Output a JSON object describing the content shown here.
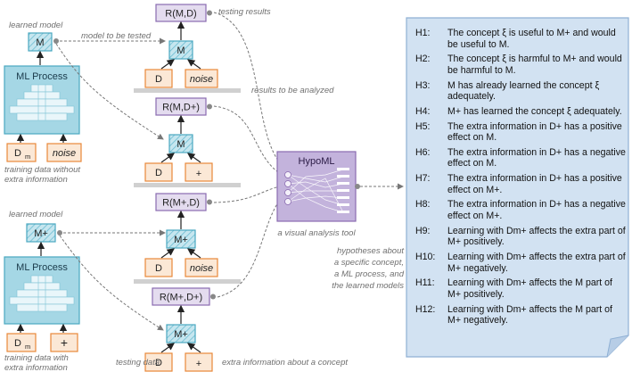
{
  "colors": {
    "orange": "#e8883a",
    "orange_fill": "#fbe8d6",
    "teal": "#4aa8c0",
    "teal_fill": "#9fd6e4",
    "purple": "#8a6bb0",
    "purple_fill": "#e4dcef",
    "hypo_panel": "#d2e2f2",
    "hypo_border": "#8fb0d4",
    "gray_bar": "#d0d0d0"
  },
  "top": {
    "learned_model_label": "learned model",
    "model": "M",
    "process": "ML Process",
    "data": "D",
    "data_sub": "m",
    "noise": "noise",
    "caption_line1": "training data without",
    "caption_line2": "extra information",
    "to_test_label": "model to be tested"
  },
  "bottom": {
    "learned_model_label": "learned model",
    "model": "M+",
    "process": "ML Process",
    "data": "D",
    "data_sub": "m",
    "plus": "+",
    "caption_line1": "training data with",
    "caption_line2": "extra information"
  },
  "columns": [
    {
      "result": "R(M,D)",
      "model": "M",
      "input_a": "D",
      "input_b": "noise"
    },
    {
      "result": "R(M,D+)",
      "model": "M",
      "input_a": "D",
      "input_b": "+"
    },
    {
      "result": "R(M+,D)",
      "model": "M+",
      "input_a": "D",
      "input_b": "noise"
    },
    {
      "result": "R(M+,D+)",
      "model": "M+",
      "input_a": "D",
      "input_b": "+"
    }
  ],
  "labels": {
    "testing_results": "testing results",
    "results_analyzed": "results to be analyzed",
    "testing_data": "testing data",
    "extra_info": "extra information about a concept"
  },
  "hypoml": {
    "title": "HypoML",
    "caption": "a visual analysis tool"
  },
  "hyp_caption": [
    "hypotheses about",
    "a specific concept,",
    "a ML process, and",
    "the learned models"
  ],
  "hypotheses": [
    {
      "id": "H1:",
      "text": "The concept ξ is useful to M+ and would be useful to M."
    },
    {
      "id": "H2:",
      "text": "The concept ξ is harmful to M+ and would be harmful to M."
    },
    {
      "id": "H3:",
      "text": "M has already learned the concept ξ adequately."
    },
    {
      "id": "H4:",
      "text": "M+ has learned the concept ξ adequately."
    },
    {
      "id": "H5:",
      "text": "The extra information in D+ has a positive effect on M."
    },
    {
      "id": "H6:",
      "text": "The extra information in D+ has a negative effect on M."
    },
    {
      "id": "H7:",
      "text": "The extra information in D+ has a positive effect on M+."
    },
    {
      "id": "H8:",
      "text": "The extra information in D+ has a negative effect on M+."
    },
    {
      "id": "H9:",
      "text": "Learning with Dm+ affects the extra part of M+ positively."
    },
    {
      "id": "H10:",
      "text": "Learning with Dm+ affects the extra part of M+ negatively."
    },
    {
      "id": "H11:",
      "text": "Learning with Dm+ affects the M part of M+ positively."
    },
    {
      "id": "H12:",
      "text": "Learning with Dm+ affects the M part of M+ negatively."
    }
  ]
}
